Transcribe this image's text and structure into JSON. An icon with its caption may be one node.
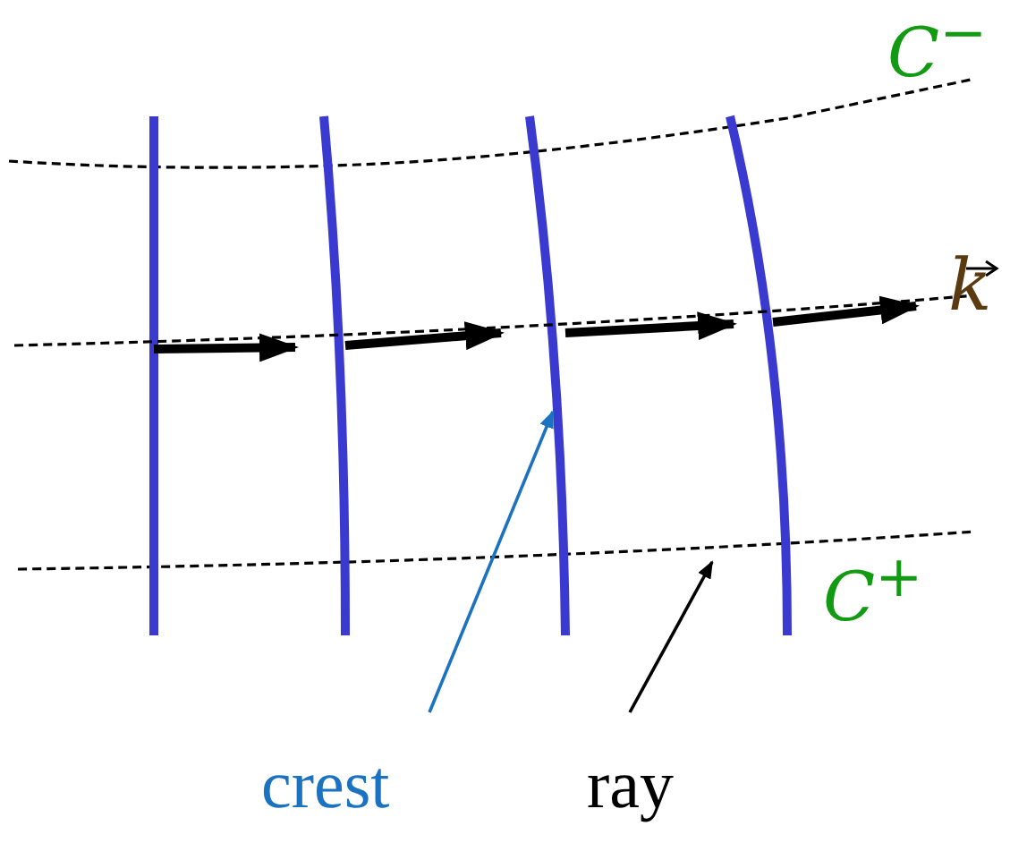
{
  "diagram": {
    "nodes": [
      {
        "text": [
          "crest"
        ]
      },
      {
        "text": [],
        "shape": "bar"
      },
      {
        "text": [
          "ray"
        ]
      },
      {
        "text": [],
        "shape": "bar"
      }
    ],
    "edges": [
      {
        "from": 0,
        "to": 1,
        "arrow": "to",
        "color": "#1a72c0"
      },
      {
        "from": 2,
        "to": 3,
        "arrow": "to",
        "color": "#000000"
      }
    ],
    "labels": [
      "C$^{−}$",
      "k",
      "C$^{+}$"
    ]
  }
}
